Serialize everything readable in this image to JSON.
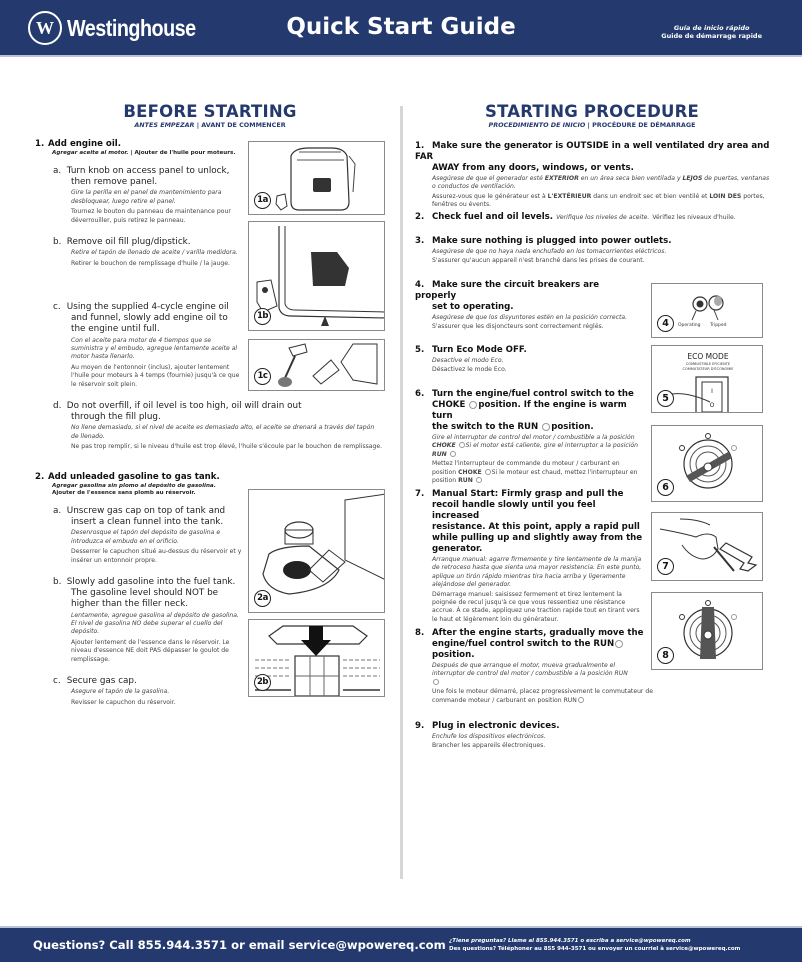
{
  "header": {
    "brand": "Westinghouse",
    "logo_glyph": "W",
    "title": "Quick Start Guide",
    "subtitle_es": "Guía de inicio rápido",
    "subtitle_fr": "Guide de démarrage rapide",
    "colors": {
      "brand_navy": "#243a6e"
    }
  },
  "before": {
    "title": "BEFORE STARTING",
    "subtitle_es": "ANTES EMPEZAR",
    "subtitle_sep": "|",
    "subtitle_fr": "AVANT DE COMMENCER",
    "steps": [
      {
        "num": "1.",
        "heading": "Add engine oil.",
        "sub_es": "Agregar aceite al motor.",
        "sub_fr": "| Ajouter de l'huile pour moteurs.",
        "items": [
          {
            "letter": "a.",
            "line1": "Turn knob on access panel to unlock,",
            "line2": "then remove panel.",
            "es": "Gire la perilla en el panel de mantenimiento para desbloquear, luego retire el panel.",
            "fr": "Tournez le bouton du panneau de maintenance pour déverrouiller, puis retirez le panneau."
          },
          {
            "letter": "b.",
            "line1": "Remove oil fill plug/dipstick.",
            "es": "Retire el tapón de llenado de aceite / varilla medidora.",
            "fr": "Retirer le bouchon de remplissage d'huile / la jauge."
          },
          {
            "letter": "c.",
            "line1": "Using the supplied 4-cycle engine oil",
            "line2": "and funnel, slowly add engine oil to",
            "line3": "the engine until full.",
            "es": "Con el aceite para motor de 4 tiempos que se suministra y el embudo, agregue lentamente aceite al motor hasta llenarlo.",
            "fr": "Au moyen de l'entonnoir (inclus), ajouter lentement l'huile pour moteurs à 4 temps (fournie) jusqu'à ce que le réservoir soit plein."
          },
          {
            "letter": "d.",
            "line1": "Do not overfill, if oil level is too high, oil will drain out",
            "line2": "through the fill plug.",
            "es": "No llene demasiado, si el nivel de aceite es demasiado alto, el aceite se drenará a través del tapón de llenado.",
            "fr": "Ne pas trop remplir, si le niveau d'huile est trop élevé, l'huile s'écoule par le bouchon de remplissage."
          }
        ]
      },
      {
        "num": "2.",
        "heading": "Add unleaded gasoline to gas tank.",
        "sub_es": "Agregar gasolina sin plomo al depósito de gasolina.",
        "sub_fr": "Ajouter de l'essence sans plomb au réservoir.",
        "items": [
          {
            "letter": "a.",
            "line1": "Unscrew gas cap on top of tank and",
            "line2": "insert a clean funnel into the tank.",
            "es": "Desenrosque el tapón del depósito de gasolina e introduzca el embudo en el orificio.",
            "fr": "Desserrer le capuchon situé au-dessus du réservoir et y insérer un entonnoir propre."
          },
          {
            "letter": "b.",
            "line1": "Slowly add gasoline into the fuel tank.",
            "line2": "The gasoline level should NOT be",
            "line3": "higher than the filler neck.",
            "es": "Lentamente, agregue gasolina al depósito de gasolina. El nivel de gasolina NO debe superar el cuello del depósito.",
            "fr": "Ajouter lentement de l'essence dans le réservoir. Le niveau d'essence NE doit PAS dépasser le goulot de remplissage."
          },
          {
            "letter": "c.",
            "line1": "Secure gas cap.",
            "es": "Asegure el tapón de la gasolina.",
            "fr": "Revisser le capuchon du réservoir."
          }
        ]
      }
    ],
    "figures": [
      "1a",
      "1b",
      "1c",
      "2a",
      "2b"
    ]
  },
  "starting": {
    "title": "STARTING PROCEDURE",
    "subtitle_es": "PROCEDIMIENTO DE INICIO",
    "subtitle_sep": "|",
    "subtitle_fr": "PROCÉDURE DE DÉMARRAGE",
    "steps": [
      {
        "num": "1.",
        "line1": "Make sure the generator is OUTSIDE in a well ventilated dry area and FAR",
        "line2": "AWAY from any doors, windows, or vents.",
        "es_a": "Asegúrese de que el generador esté ",
        "es_b": "EXTERIOR",
        "es_c": " en un área seca bien ventilada y ",
        "es_d": "LEJOS",
        "es_e": " de puertas, ventanas o conductos de ventilación.",
        "fr_a": "Assurez-vous que le générateur est à ",
        "fr_b": "L'EXTÉRIEUR",
        "fr_c": " dans un endroit sec et bien ventilé et ",
        "fr_d": "LOIN DES",
        "fr_e": " portes, fenêtres ou évents."
      },
      {
        "num": "2.",
        "line1": "Check fuel and oil levels.",
        "es": "Verifique los niveles de aceite.",
        "fr": "Vérifiez les niveaux d'huile."
      },
      {
        "num": "3.",
        "line1": "Make sure nothing is plugged into power outlets.",
        "es": "Asegúrese de que no haya nada enchufado en los tomacorrientes eléctricos.",
        "fr": "S'assurer qu'aucun appareil n'est branché dans les prises de courant."
      },
      {
        "num": "4.",
        "line1": "Make sure the circuit breakers are properly",
        "line2": "set to operating.",
        "es": "Asegúrese de que los disyuntores estén en la posición correcta.",
        "fr": "S'assurer que les disjoncteurs sont correctement réglés."
      },
      {
        "num": "5.",
        "line1": "Turn Eco Mode OFF.",
        "es": "Desactive el modo Eco.",
        "fr": "Désactivez le mode Eco."
      },
      {
        "num": "6.",
        "line1": "Turn the engine/fuel control switch to the",
        "line2a": "CHOKE",
        "line2b": "position. If the engine is warm turn",
        "line3a": "the switch to the RUN",
        "line3b": "position.",
        "es_a": "Gire el interruptor de control del motor / combustible a la posición ",
        "es_b": "CHOKE",
        "es_c": "Si el motor está caliente, gire el interruptor a la posición ",
        "es_d": "RUN",
        "fr_a": "Mettez l'interrupteur de commande du moteur / carburant en position ",
        "fr_b": "CHOKE",
        "fr_c": "Si le moteur est chaud, mettez l'interrupteur en position ",
        "fr_d": "RUN"
      },
      {
        "num": "7.",
        "line1": "Manual Start: Firmly grasp and pull the",
        "line2": "recoil handle slowly until you feel increased",
        "line3": "resistance. At this point, apply a rapid pull",
        "line4": "while pulling up and slightly away from the",
        "line5": "generator.",
        "es": "Arranque manual: agarre firmemente y tire lentamente de la manija de retroceso hasta que sienta una mayor resistencia. En este punto, aplique un tirón rápido mientras tira hacia arriba y ligeramente alejándose del generador.",
        "fr": "Démarrage manuel: saisissez fermement et tirez lentement la poignée de recul jusqu'à ce que vous ressentiez une résistance accrue. À ce stade, appliquez une traction rapide tout en tirant vers le haut et légèrement loin du générateur."
      },
      {
        "num": "8.",
        "line1": "After the engine starts, gradually move the",
        "line2": "engine/fuel control switch to the RUN",
        "line3": "position.",
        "es": "Después de que arranque el motor, mueva gradualmente el interruptor de control del motor / combustible a la posición RUN",
        "fr": "Une fois le moteur démarré, placez progressivement le commutateur de commande moteur / carburant en position RUN"
      },
      {
        "num": "9.",
        "line1": "Plug in electronic devices.",
        "es": "Enchufe los dispositivos electrónicos.",
        "fr": "Brancher les appareils électroniques."
      }
    ],
    "figures": {
      "f4": {
        "badge": "4",
        "label_left": "Operating",
        "label_right": "Tripped"
      },
      "f5": {
        "badge": "5",
        "title": "ECO MODE",
        "line_es": "COMBUSTIBLE EFICIENTE",
        "line_fr": "COMMUTATEUR D'ÉCONOMIE",
        "switch_on": "I",
        "switch_off": "O"
      },
      "f6": {
        "badge": "6"
      },
      "f7": {
        "badge": "7"
      },
      "f8": {
        "badge": "8"
      }
    }
  },
  "footer": {
    "main": "Questions? Call 855.944.3571 or email service@wpowereq.com",
    "es": "¿Tiene preguntas? Llame al 855.944.3571 o escriba a service@wpowereq.com",
    "fr": "Des questions? Téléphoner au 855 944-3571 ou envoyer un courriel à service@wpowereq.com"
  }
}
